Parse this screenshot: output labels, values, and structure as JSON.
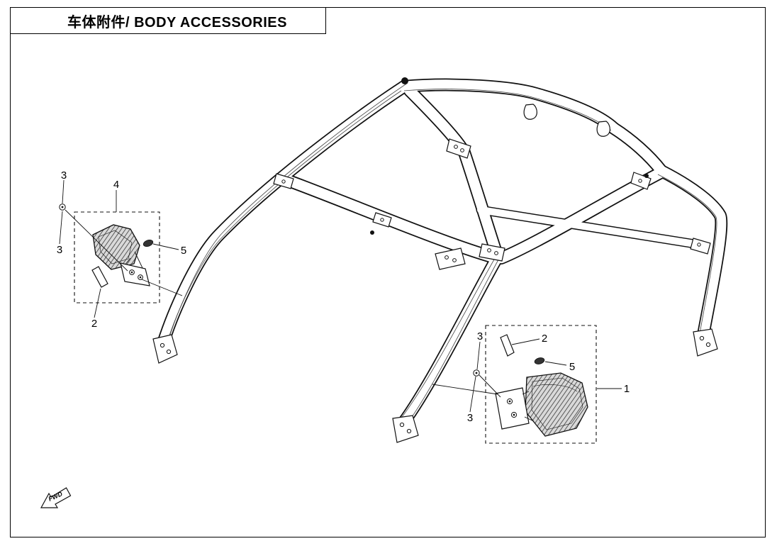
{
  "title": "车体附件/ BODY ACCESSORIES",
  "fwd_label": "FWD",
  "colors": {
    "line": "#000000",
    "background": "#ffffff",
    "part_dark": "#333333"
  },
  "callouts": [
    {
      "label": "3",
      "assembly": "left-mirror",
      "position": "top-left"
    },
    {
      "label": "3",
      "assembly": "left-mirror",
      "position": "mid-left"
    },
    {
      "label": "4",
      "assembly": "left-mirror",
      "position": "above-box"
    },
    {
      "label": "5",
      "assembly": "left-mirror",
      "position": "right-of-box"
    },
    {
      "label": "2",
      "assembly": "left-mirror",
      "position": "below-box"
    },
    {
      "label": "3",
      "assembly": "right-mirror",
      "position": "top"
    },
    {
      "label": "2",
      "assembly": "right-mirror",
      "position": "top-right"
    },
    {
      "label": "5",
      "assembly": "right-mirror",
      "position": "right"
    },
    {
      "label": "1",
      "assembly": "right-mirror",
      "position": "far-right"
    },
    {
      "label": "3",
      "assembly": "right-mirror",
      "position": "bottom-left"
    }
  ]
}
